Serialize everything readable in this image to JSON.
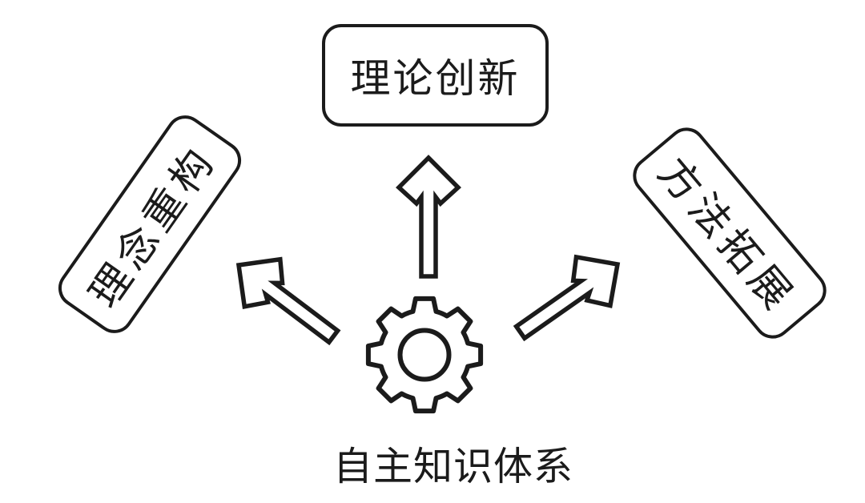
{
  "diagram": {
    "nodes": {
      "top": {
        "label": "理论创新"
      },
      "left": {
        "label": "理念重构"
      },
      "right": {
        "label": "方法拓展"
      }
    },
    "hub": {
      "label": "自主知识体系",
      "icon": "gear"
    },
    "arrows": [
      {
        "name": "arrow-up",
        "direction": "up"
      },
      {
        "name": "arrow-up-left",
        "direction": "up-left"
      },
      {
        "name": "arrow-up-right",
        "direction": "up-right"
      }
    ],
    "colors": {
      "ink": "#1b1b1b",
      "background": "#ffffff"
    }
  }
}
